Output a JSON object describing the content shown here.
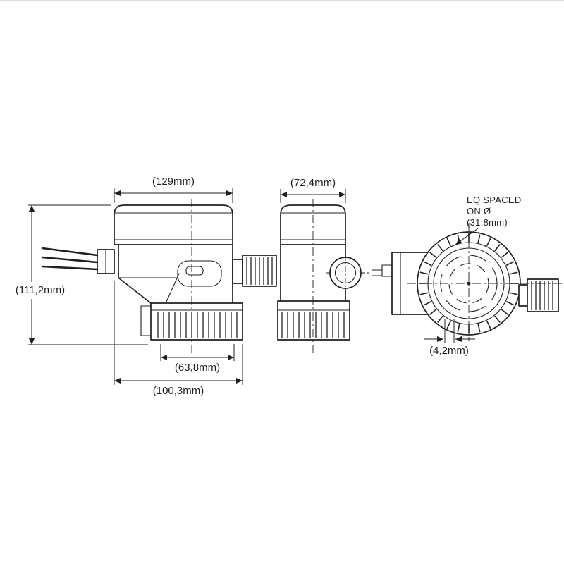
{
  "page": {
    "background": "#ffffff",
    "line_color": "#231f20"
  },
  "drawing": {
    "dimensions": {
      "body_width": "(129mm)",
      "front_width": "(72,4mm)",
      "overall_height": "(111,2mm)",
      "strainer_width": "(63,8mm)",
      "base_width": "(100,3mm)",
      "slot_width": "(4,2mm)"
    },
    "notes": {
      "eq_spaced_line1": "EQ SPACED",
      "eq_spaced_line2": "ON Ø",
      "eq_spaced_line3": "(31,8mm)"
    }
  }
}
